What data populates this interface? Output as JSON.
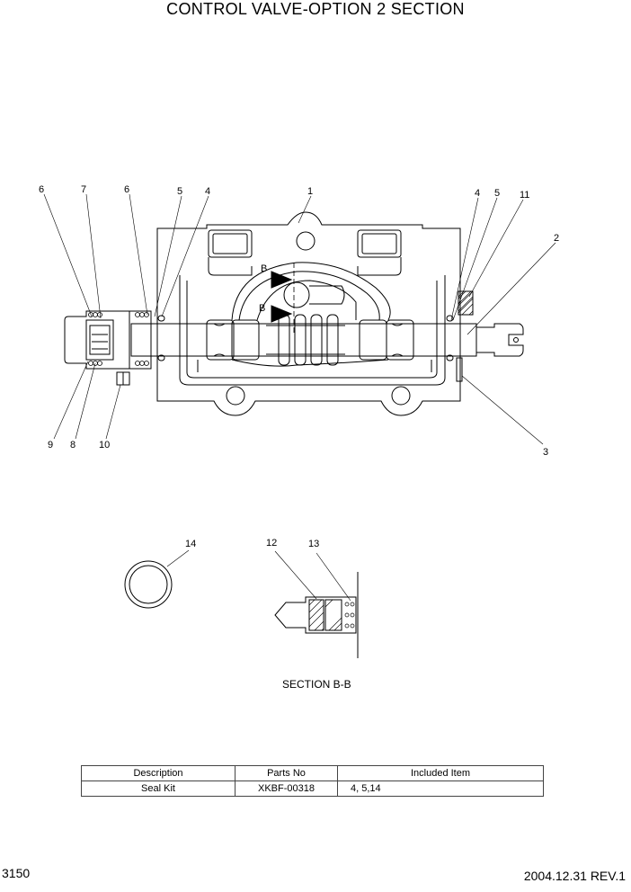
{
  "title": "CONTROL VALVE-OPTION 2 SECTION",
  "page_number": "3150",
  "revision": "2004.12.31  REV.1",
  "section_label": "SECTION B-B",
  "section_markers": [
    "B",
    "B"
  ],
  "callouts": [
    "1",
    "2",
    "3",
    "4",
    "4",
    "5",
    "5",
    "6",
    "6",
    "7",
    "8",
    "9",
    "10",
    "11",
    "12",
    "13",
    "14"
  ],
  "table": {
    "headers": [
      "Description",
      "Parts No",
      "Included Item"
    ],
    "rows": [
      [
        "Seal Kit",
        "XKBF-00318",
        "4, 5,14"
      ]
    ]
  }
}
